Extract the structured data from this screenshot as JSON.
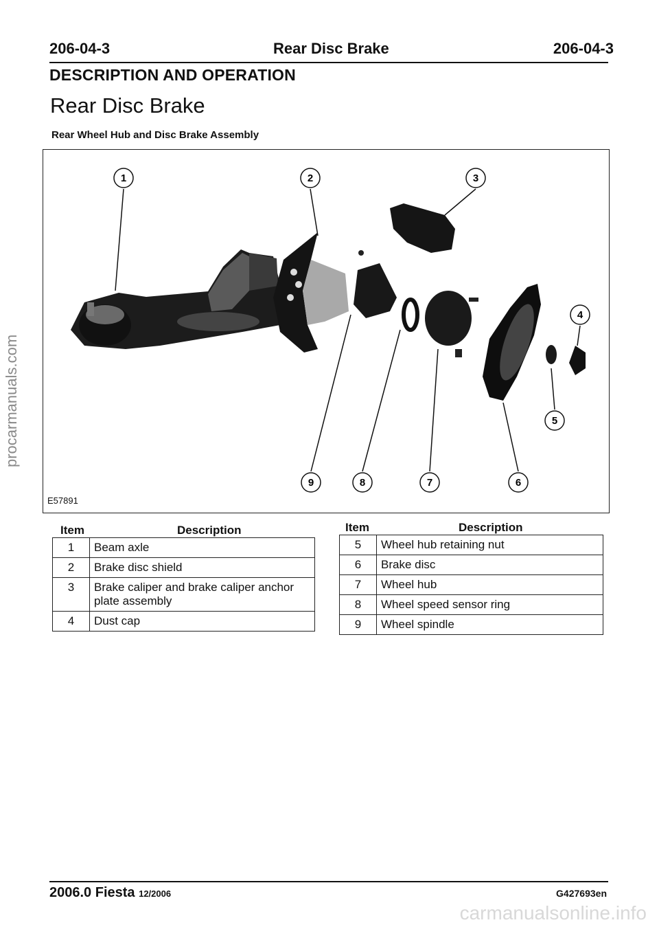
{
  "header": {
    "code_left": "206-04-3",
    "title": "Rear Disc Brake",
    "code_right": "206-04-3"
  },
  "section": "DESCRIPTION AND OPERATION",
  "page_title": "Rear Disc Brake",
  "subtitle": "Rear Wheel Hub and Disc Brake Assembly",
  "figure": {
    "id": "E57891",
    "callouts": [
      "1",
      "2",
      "3",
      "4",
      "5",
      "6",
      "7",
      "8",
      "9"
    ]
  },
  "table_left": {
    "col_item": "Item",
    "col_desc": "Description",
    "rows": [
      {
        "item": "1",
        "desc": "Beam axle"
      },
      {
        "item": "2",
        "desc": "Brake disc shield"
      },
      {
        "item": "3",
        "desc": "Brake caliper and brake caliper anchor plate assembly"
      },
      {
        "item": "4",
        "desc": "Dust cap"
      }
    ]
  },
  "table_right": {
    "col_item": "Item",
    "col_desc": "Description",
    "rows": [
      {
        "item": "5",
        "desc": "Wheel hub retaining nut"
      },
      {
        "item": "6",
        "desc": "Brake disc"
      },
      {
        "item": "7",
        "desc": "Wheel hub"
      },
      {
        "item": "8",
        "desc": "Wheel speed sensor ring"
      },
      {
        "item": "9",
        "desc": "Wheel spindle"
      }
    ]
  },
  "footer": {
    "model": "2006.0 Fiesta",
    "date": "12/2006",
    "code": "G427693en"
  },
  "side_watermark": "procarmanuals.com",
  "bottom_watermark": "carmanualsonline.info"
}
